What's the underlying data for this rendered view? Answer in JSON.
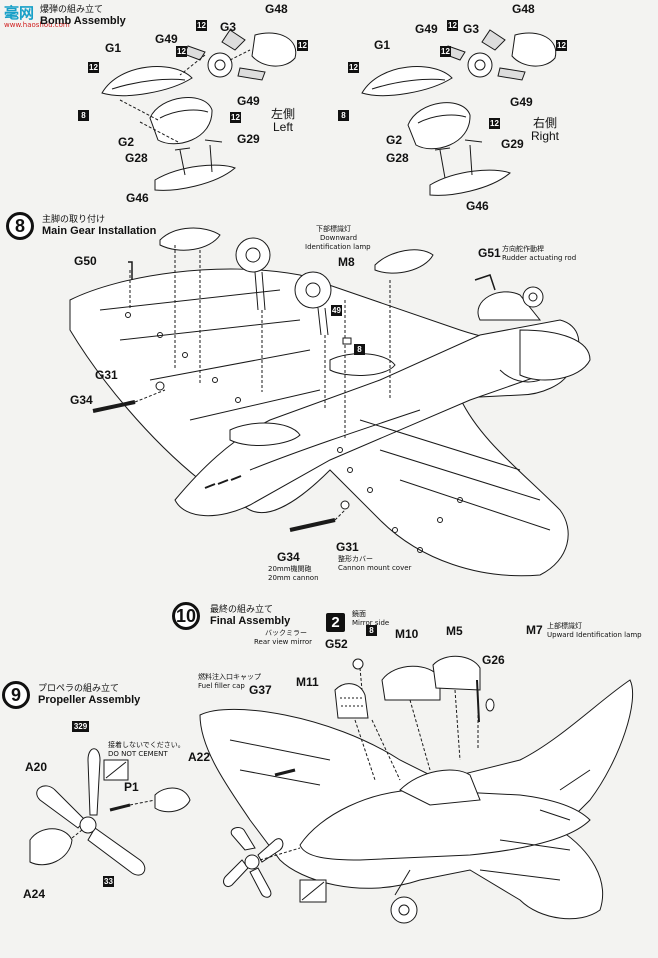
{
  "watermark": {
    "main": "毫网",
    "url": "www.haoshou.com"
  },
  "section7": {
    "title_en": "Bomb Assembly",
    "title_jp": "爆弾の組み立て"
  },
  "section8": {
    "number": "8",
    "title_jp": "主脚の取り付け",
    "title_en": "Main Gear Installation"
  },
  "section9": {
    "number": "9",
    "title_jp": "プロペラの組み立て",
    "title_en": "Propeller Assembly"
  },
  "section10": {
    "number": "10",
    "title_jp": "最終の組み立て",
    "title_en": "Final Assembly"
  },
  "sides": {
    "left_jp": "左側",
    "left_en": "Left",
    "right_jp": "右側",
    "right_en": "Right"
  },
  "parts": {
    "G48": "G48",
    "G49": "G49",
    "G3": "G3",
    "G1": "G1",
    "G2": "G2",
    "G28": "G28",
    "G29": "G29",
    "G46": "G46",
    "G50": "G50",
    "G51": "G51",
    "M8": "M8",
    "G31": "G31",
    "G34": "G34",
    "G52": "G52",
    "M10": "M10",
    "M5": "M5",
    "M7": "M7",
    "G26": "G26",
    "M11": "M11",
    "G37": "G37",
    "A20": "A20",
    "A22": "A22",
    "P1": "P1",
    "A24": "A24"
  },
  "notes": {
    "g51_jp": "方向舵作動桿",
    "g51_en": "Rudder actuating rod",
    "m8_jp": "下部標識灯",
    "m8_en1": "Downward",
    "m8_en2": "Identification lamp",
    "g34_jp": "20mm機関砲",
    "g34_en": "20mm cannon",
    "g31_jp": "整形カバー",
    "g31_en": "Cannon mount cover",
    "mirror_side_jp": "鏡面",
    "mirror_side_en": "Mirror side",
    "rvm_jp": "バックミラー",
    "rvm_en": "Rear view mirror",
    "m7_jp": "上部標識灯",
    "m7_en": "Upward Identification lamp",
    "fuel_jp": "燃料注入口キャップ",
    "fuel_en": "Fuel filler cap",
    "nocement_jp": "接着しないでください。",
    "nocement_en": "DO NOT CEMENT"
  },
  "badges": {
    "twelve": "12",
    "eight": "8",
    "fortynine": "49",
    "thirtythree": "33",
    "threetwentynine": "329",
    "two": "2"
  }
}
